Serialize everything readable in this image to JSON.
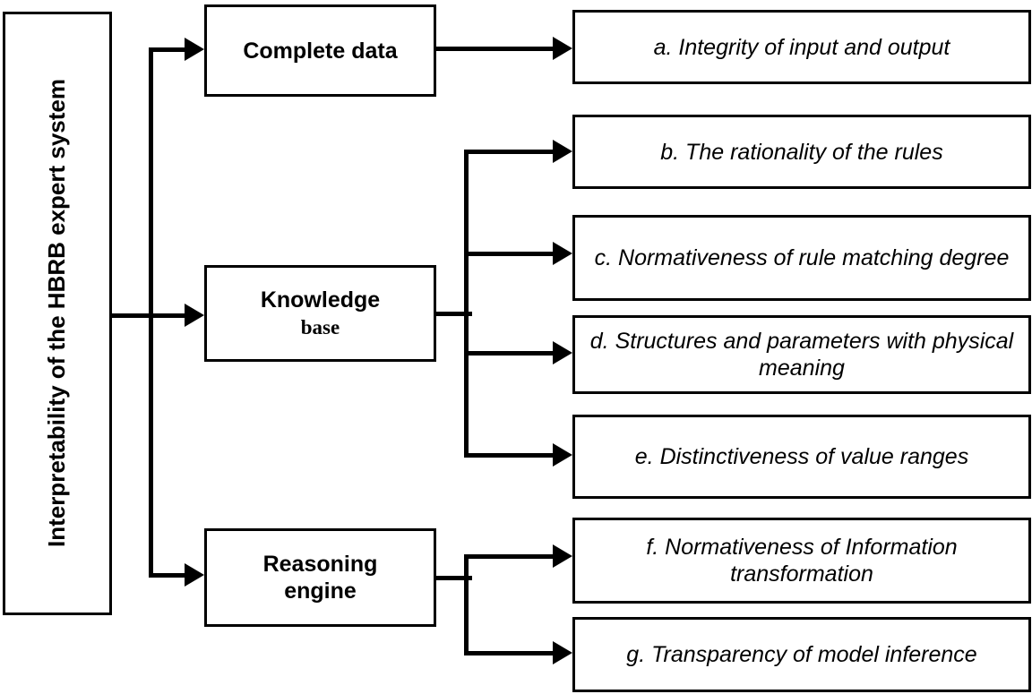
{
  "diagram": {
    "title": "Interpretability of the HBRB expert system",
    "type": "hierarchical-block-diagram",
    "root": {
      "label": "Interpretability of the HBRB expert system",
      "orientation": "vertical-text"
    },
    "branches": [
      {
        "id": "complete-data",
        "label": "Complete data",
        "label_line2": "",
        "children": [
          "a"
        ]
      },
      {
        "id": "knowledge-base",
        "label": "Knowledge",
        "label_line2": "base",
        "children": [
          "b",
          "c",
          "d",
          "e"
        ]
      },
      {
        "id": "reasoning-engine",
        "label": "Reasoning",
        "label_line2": "engine",
        "children": [
          "f",
          "g"
        ]
      }
    ],
    "leaves": [
      {
        "id": "a",
        "label": "a. Integrity of input and output"
      },
      {
        "id": "b",
        "label": "b. The rationality of the rules"
      },
      {
        "id": "c",
        "label": "c. Normativeness of rule matching degree"
      },
      {
        "id": "d",
        "label": "d. Structures and parameters with physical meaning"
      },
      {
        "id": "e",
        "label": "e. Distinctiveness of value ranges"
      },
      {
        "id": "f",
        "label": "f. Normativeness of Information transformation"
      },
      {
        "id": "g",
        "label": "g. Transparency of model inference"
      }
    ],
    "colors": {
      "stroke": "#000000",
      "fill": "#ffffff",
      "text": "#000000"
    }
  }
}
